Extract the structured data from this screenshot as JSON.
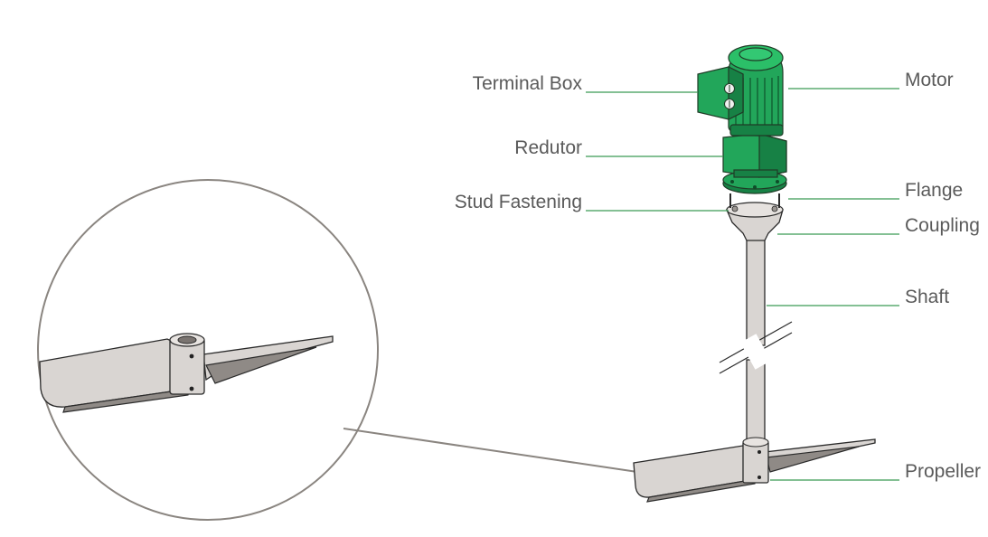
{
  "labels": {
    "terminal_box": "Terminal Box",
    "redutor": "Redutor",
    "stud_fastening": "Stud Fastening",
    "motor": "Motor",
    "flange": "Flange",
    "coupling": "Coupling",
    "shaft": "Shaft",
    "propeller": "Propeller"
  },
  "colors": {
    "motor_green": "#22a65a",
    "motor_green_dark": "#178145",
    "leader_line": "#3a9a55",
    "label_text": "#5a5a5a",
    "metal": "#d9d5d2",
    "detail_circle": "#8a8580"
  },
  "icons": {
    "motor": "electric-motor-icon",
    "propeller": "paddle-propeller-icon",
    "detail": "magnifier-circle-icon"
  }
}
